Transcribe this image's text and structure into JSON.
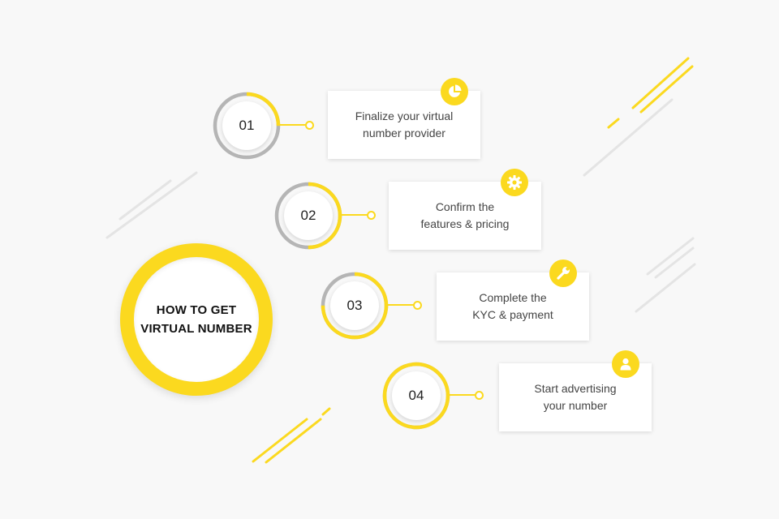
{
  "hub": {
    "title_line1": "HOW TO GET",
    "title_line2": "VIRTUAL NUMBER"
  },
  "colors": {
    "accent": "#fbd91f",
    "ring_gray": "#b5b5b5",
    "background": "#f8f8f8",
    "text": "#444444",
    "deco_gray": "#e4e4e4"
  },
  "steps": [
    {
      "number": "01",
      "line1": "Finalize your virtual",
      "line2": "number provider",
      "icon": "pie-chart-icon",
      "progress": 0.25
    },
    {
      "number": "02",
      "line1": "Confirm the",
      "line2": "features & pricing",
      "icon": "gear-icon",
      "progress": 0.5
    },
    {
      "number": "03",
      "line1": "Complete the",
      "line2": "KYC & payment",
      "icon": "wrench-icon",
      "progress": 0.75
    },
    {
      "number": "04",
      "line1": "Start advertising",
      "line2": "your number",
      "icon": "user-icon",
      "progress": 1.0
    }
  ]
}
